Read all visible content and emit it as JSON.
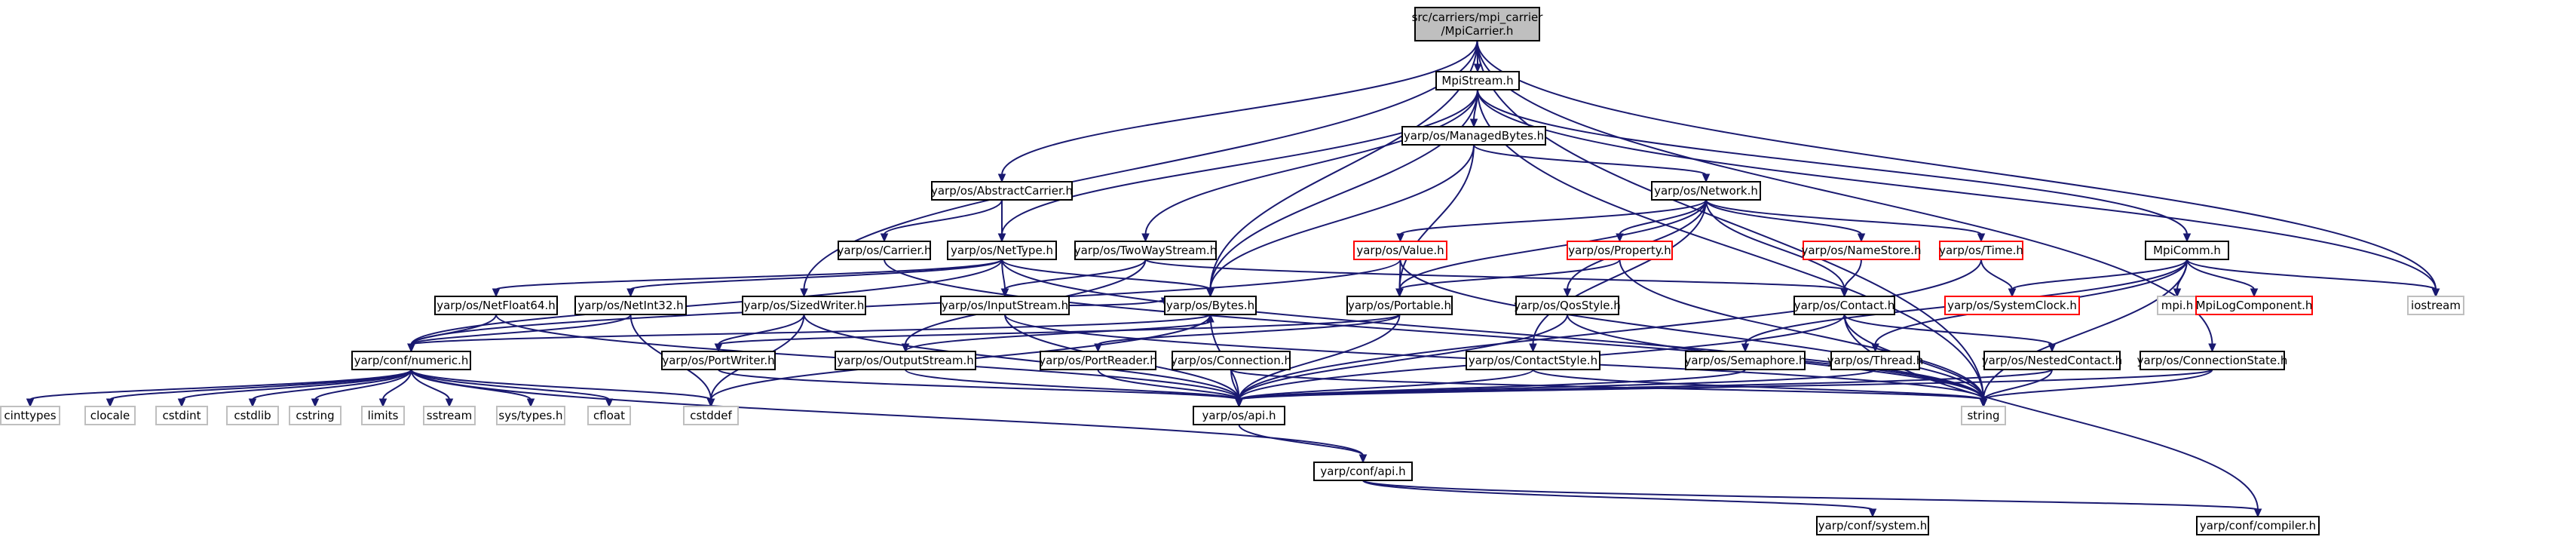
{
  "diagram": {
    "nodes": [
      {
        "id": "root",
        "label": [
          "src/carriers/mpi_carrier",
          "/MpiCarrier.h"
        ],
        "style": "root"
      },
      {
        "id": "mpistream",
        "label": [
          "MpiStream.h"
        ],
        "style": "normal"
      },
      {
        "id": "managedbytes",
        "label": [
          "yarp/os/ManagedBytes.h"
        ],
        "style": "normal"
      },
      {
        "id": "network",
        "label": [
          "yarp/os/Network.h"
        ],
        "style": "normal"
      },
      {
        "id": "abstractcarrier",
        "label": [
          "yarp/os/AbstractCarrier.h"
        ],
        "style": "normal"
      },
      {
        "id": "carrier",
        "label": [
          "yarp/os/Carrier.h"
        ],
        "style": "normal"
      },
      {
        "id": "nettype",
        "label": [
          "yarp/os/NetType.h"
        ],
        "style": "normal"
      },
      {
        "id": "twowaystream",
        "label": [
          "yarp/os/TwoWayStream.h"
        ],
        "style": "normal"
      },
      {
        "id": "value",
        "label": [
          "yarp/os/Value.h"
        ],
        "style": "red"
      },
      {
        "id": "property",
        "label": [
          "yarp/os/Property.h"
        ],
        "style": "red"
      },
      {
        "id": "namestore",
        "label": [
          "yarp/os/NameStore.h"
        ],
        "style": "red"
      },
      {
        "id": "time",
        "label": [
          "yarp/os/Time.h"
        ],
        "style": "red"
      },
      {
        "id": "mpicomm",
        "label": [
          "MpiComm.h"
        ],
        "style": "normal"
      },
      {
        "id": "netfloat64",
        "label": [
          "yarp/os/NetFloat64.h"
        ],
        "style": "normal"
      },
      {
        "id": "netint32",
        "label": [
          "yarp/os/NetInt32.h"
        ],
        "style": "normal"
      },
      {
        "id": "sizedwriter",
        "label": [
          "yarp/os/SizedWriter.h"
        ],
        "style": "normal"
      },
      {
        "id": "inputstream",
        "label": [
          "yarp/os/InputStream.h"
        ],
        "style": "normal"
      },
      {
        "id": "bytes",
        "label": [
          "yarp/os/Bytes.h"
        ],
        "style": "normal"
      },
      {
        "id": "portable",
        "label": [
          "yarp/os/Portable.h"
        ],
        "style": "normal"
      },
      {
        "id": "qosstyle",
        "label": [
          "yarp/os/QosStyle.h"
        ],
        "style": "normal"
      },
      {
        "id": "contact",
        "label": [
          "yarp/os/Contact.h"
        ],
        "style": "normal"
      },
      {
        "id": "systemclock",
        "label": [
          "yarp/os/SystemClock.h"
        ],
        "style": "red"
      },
      {
        "id": "mpih",
        "label": [
          "mpi.h"
        ],
        "style": "gray"
      },
      {
        "id": "mpilog",
        "label": [
          "MpiLogComponent.h"
        ],
        "style": "red"
      },
      {
        "id": "iostream",
        "label": [
          "iostream"
        ],
        "style": "gray"
      },
      {
        "id": "confnumeric",
        "label": [
          "yarp/conf/numeric.h"
        ],
        "style": "normal"
      },
      {
        "id": "portwriter",
        "label": [
          "yarp/os/PortWriter.h"
        ],
        "style": "normal"
      },
      {
        "id": "outputstream",
        "label": [
          "yarp/os/OutputStream.h"
        ],
        "style": "normal"
      },
      {
        "id": "portreader",
        "label": [
          "yarp/os/PortReader.h"
        ],
        "style": "normal"
      },
      {
        "id": "connection",
        "label": [
          "yarp/os/Connection.h"
        ],
        "style": "normal"
      },
      {
        "id": "contactstyle",
        "label": [
          "yarp/os/ContactStyle.h"
        ],
        "style": "normal"
      },
      {
        "id": "semaphore",
        "label": [
          "yarp/os/Semaphore.h"
        ],
        "style": "normal"
      },
      {
        "id": "thread",
        "label": [
          "yarp/os/Thread.h"
        ],
        "style": "normal"
      },
      {
        "id": "nestedcontact",
        "label": [
          "yarp/os/NestedContact.h"
        ],
        "style": "normal"
      },
      {
        "id": "connectionstate",
        "label": [
          "yarp/os/ConnectionState.h"
        ],
        "style": "normal"
      },
      {
        "id": "cinttypes",
        "label": [
          "cinttypes"
        ],
        "style": "gray"
      },
      {
        "id": "clocale",
        "label": [
          "clocale"
        ],
        "style": "gray"
      },
      {
        "id": "cstdint",
        "label": [
          "cstdint"
        ],
        "style": "gray"
      },
      {
        "id": "cstdlib",
        "label": [
          "cstdlib"
        ],
        "style": "gray"
      },
      {
        "id": "cstring",
        "label": [
          "cstring"
        ],
        "style": "gray"
      },
      {
        "id": "limits",
        "label": [
          "limits"
        ],
        "style": "gray"
      },
      {
        "id": "sstream",
        "label": [
          "sstream"
        ],
        "style": "gray"
      },
      {
        "id": "systypes",
        "label": [
          "sys/types.h"
        ],
        "style": "gray"
      },
      {
        "id": "cfloat",
        "label": [
          "cfloat"
        ],
        "style": "gray"
      },
      {
        "id": "cstddef",
        "label": [
          "cstddef"
        ],
        "style": "gray"
      },
      {
        "id": "apih",
        "label": [
          "yarp/os/api.h"
        ],
        "style": "normal"
      },
      {
        "id": "string",
        "label": [
          "string"
        ],
        "style": "gray"
      },
      {
        "id": "confapi",
        "label": [
          "yarp/conf/api.h"
        ],
        "style": "normal"
      },
      {
        "id": "confsystem",
        "label": [
          "yarp/conf/system.h"
        ],
        "style": "normal"
      },
      {
        "id": "confcompiler",
        "label": [
          "yarp/conf/compiler.h"
        ],
        "style": "normal"
      }
    ],
    "edges": [
      [
        "root",
        "mpistream"
      ],
      [
        "root",
        "abstractcarrier"
      ],
      [
        "root",
        "sizedwriter"
      ],
      [
        "root",
        "bytes"
      ],
      [
        "root",
        "iostream"
      ],
      [
        "root",
        "string"
      ],
      [
        "root",
        "connectionstate"
      ],
      [
        "mpistream",
        "managedbytes"
      ],
      [
        "mpistream",
        "nettype"
      ],
      [
        "mpistream",
        "twowaystream"
      ],
      [
        "mpistream",
        "bytes"
      ],
      [
        "mpistream",
        "mpicomm"
      ],
      [
        "mpistream",
        "iostream"
      ],
      [
        "mpistream",
        "string"
      ],
      [
        "managedbytes",
        "network"
      ],
      [
        "managedbytes",
        "bytes"
      ],
      [
        "managedbytes",
        "portable"
      ],
      [
        "network",
        "value"
      ],
      [
        "network",
        "property"
      ],
      [
        "network",
        "namestore"
      ],
      [
        "network",
        "time"
      ],
      [
        "network",
        "contact"
      ],
      [
        "network",
        "portable"
      ],
      [
        "network",
        "qosstyle"
      ],
      [
        "network",
        "contactstyle"
      ],
      [
        "abstractcarrier",
        "carrier"
      ],
      [
        "abstractcarrier",
        "nettype"
      ],
      [
        "carrier",
        "string"
      ],
      [
        "nettype",
        "netfloat64"
      ],
      [
        "nettype",
        "netint32"
      ],
      [
        "nettype",
        "inputstream"
      ],
      [
        "nettype",
        "bytes"
      ],
      [
        "nettype",
        "confnumeric"
      ],
      [
        "nettype",
        "string"
      ],
      [
        "twowaystream",
        "inputstream"
      ],
      [
        "twowaystream",
        "contact"
      ],
      [
        "twowaystream",
        "outputstream"
      ],
      [
        "value",
        "portable"
      ],
      [
        "value",
        "confnumeric"
      ],
      [
        "value",
        "string"
      ],
      [
        "property",
        "portable"
      ],
      [
        "property",
        "string"
      ],
      [
        "namestore",
        "contact"
      ],
      [
        "time",
        "systemclock"
      ],
      [
        "time",
        "apih"
      ],
      [
        "mpicomm",
        "systemclock"
      ],
      [
        "mpicomm",
        "mpih"
      ],
      [
        "mpicomm",
        "mpilog"
      ],
      [
        "mpicomm",
        "iostream"
      ],
      [
        "mpicomm",
        "string"
      ],
      [
        "mpicomm",
        "semaphore"
      ],
      [
        "mpicomm",
        "thread"
      ],
      [
        "netfloat64",
        "confnumeric"
      ],
      [
        "netfloat64",
        "apih"
      ],
      [
        "netint32",
        "confnumeric"
      ],
      [
        "netint32",
        "cstddef"
      ],
      [
        "sizedwriter",
        "portwriter"
      ],
      [
        "sizedwriter",
        "apih"
      ],
      [
        "sizedwriter",
        "cstddef"
      ],
      [
        "inputstream",
        "bytes"
      ],
      [
        "inputstream",
        "apih"
      ],
      [
        "inputstream",
        "string"
      ],
      [
        "bytes",
        "confnumeric"
      ],
      [
        "bytes",
        "apih"
      ],
      [
        "bytes",
        "cstddef"
      ],
      [
        "portable",
        "portreader"
      ],
      [
        "portable",
        "portwriter"
      ],
      [
        "portable",
        "apih"
      ],
      [
        "qosstyle",
        "apih"
      ],
      [
        "qosstyle",
        "string"
      ],
      [
        "contact",
        "nestedcontact"
      ],
      [
        "contact",
        "apih"
      ],
      [
        "contact",
        "string"
      ],
      [
        "contact",
        "confcompiler"
      ],
      [
        "confnumeric",
        "cinttypes"
      ],
      [
        "confnumeric",
        "clocale"
      ],
      [
        "confnumeric",
        "cstdint"
      ],
      [
        "confnumeric",
        "cstdlib"
      ],
      [
        "confnumeric",
        "cstring"
      ],
      [
        "confnumeric",
        "limits"
      ],
      [
        "confnumeric",
        "sstream"
      ],
      [
        "confnumeric",
        "systypes"
      ],
      [
        "confnumeric",
        "cfloat"
      ],
      [
        "confnumeric",
        "cstddef"
      ],
      [
        "confnumeric",
        "confapi"
      ],
      [
        "portwriter",
        "apih"
      ],
      [
        "outputstream",
        "bytes"
      ],
      [
        "outputstream",
        "apih"
      ],
      [
        "portreader",
        "apih"
      ],
      [
        "connection",
        "apih"
      ],
      [
        "connection",
        "string"
      ],
      [
        "contactstyle",
        "apih"
      ],
      [
        "contactstyle",
        "string"
      ],
      [
        "semaphore",
        "apih"
      ],
      [
        "thread",
        "apih"
      ],
      [
        "nestedcontact",
        "apih"
      ],
      [
        "nestedcontact",
        "string"
      ],
      [
        "connectionstate",
        "apih"
      ],
      [
        "connectionstate",
        "string"
      ],
      [
        "apih",
        "confapi"
      ],
      [
        "confapi",
        "confsystem"
      ],
      [
        "confapi",
        "confcompiler"
      ]
    ]
  }
}
